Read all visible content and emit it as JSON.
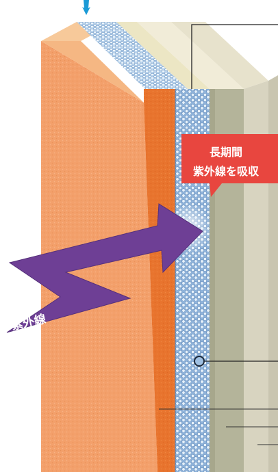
{
  "callout": {
    "line1": "長期間",
    "line2": "紫外線を吸収"
  },
  "arrow_label": "紫外線",
  "colors": {
    "orange_light": "#f3a06b",
    "orange_dark": "#e8742e",
    "capsule_layer": "#8fb3da",
    "olive_layer": "#b4b49a",
    "beige_layer": "#d8d4c0",
    "callout_red": "#e8463f",
    "uv_arrow": "#6e3f95",
    "top_arrow": "#1a9ad6"
  },
  "icons": [
    "down-arrow-icon",
    "uv-arrow-icon",
    "capsule-marker-icon"
  ]
}
